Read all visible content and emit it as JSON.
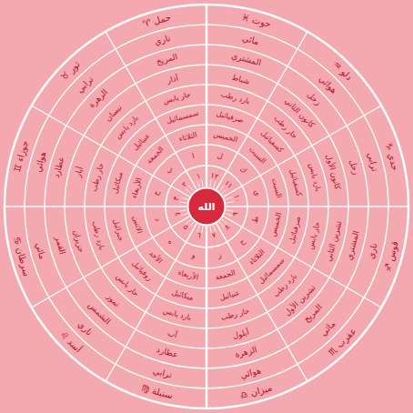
{
  "diagram": {
    "nodes": [
      {
        "text": [
          "الله"
        ]
      }
    ],
    "labels": [
      "حمل ♈",
      "ثور ♉",
      "جوزاء ♊",
      "سرطان ♋",
      "أسد ♌",
      "سنبلة ♍",
      "ميزان ♎",
      "عقرب ♏",
      "قوس ♐",
      "جدي ♑",
      "دلو ♒",
      "حوت ♓",
      "ناري",
      "ترابي",
      "هوائي",
      "مائي",
      "ناري",
      "ترابي",
      "هوائي",
      "مائي",
      "ناري",
      "ترابي",
      "هوائي",
      "مائي",
      "المريخ",
      "الزهرة",
      "عطارد",
      "القمر",
      "الشمس",
      "عطارد",
      "الزهرة",
      "المريخ",
      "المشتري",
      "زحل",
      "زحل",
      "المشتري",
      "آذار",
      "نيسان",
      "أيار",
      "حزيران",
      "تموز",
      "آب",
      "أيلول",
      "تشرين الأول",
      "تشرين الثاني",
      "كانون الأول",
      "كانون الثاني",
      "شباط",
      "حار يابس",
      "بارد يابس",
      "حار رطب",
      "بارد رطب",
      "حار يابس",
      "بارد يابس",
      "حار رطب",
      "بارد رطب",
      "حار يابس",
      "بارد يابس",
      "حار رطب",
      "بارد رطب",
      "سمسمائيل",
      "عنيائيل",
      "ميكائيل",
      "جبرائيل",
      "روقيائيل",
      "ميكائيل",
      "عنيائيل",
      "سمسمائيل",
      "صرفيائيل",
      "كسفيائيل",
      "كسفيائيل",
      "صرفيائيل",
      "الثلاثاء",
      "الجمعة",
      "الأربعاء",
      "الاثنين",
      "الأحد",
      "الأربعاء",
      "الجمعة",
      "الثلاثاء",
      "الخميس",
      "السبت",
      "السبت",
      "الخميس",
      "ا",
      "ب",
      "ج",
      "د",
      "ه",
      "و",
      "ز",
      "ح",
      "ط",
      "ي",
      "ك",
      "ل",
      "١",
      "٢",
      "٣",
      "٤",
      "٥",
      "٦",
      "٧",
      "٨",
      "٩",
      "١٠",
      "١١",
      "١٢"
    ]
  }
}
